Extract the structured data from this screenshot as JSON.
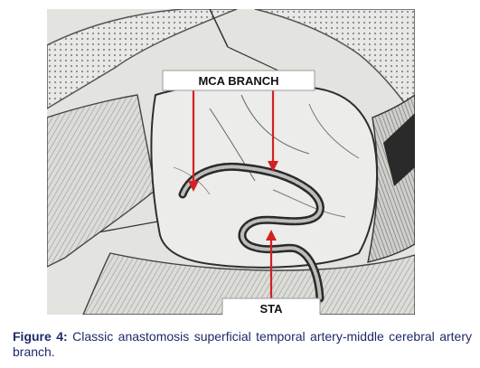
{
  "figure": {
    "label_top": "MCA BRANCH",
    "label_bottom": "STA",
    "arrow_color": "#d42020",
    "label_border_color": "#9a9a9a"
  },
  "caption": {
    "label": "Figure 4:",
    "text": " Classic anastomosis superficial temporal artery-middle cerebral artery branch."
  }
}
